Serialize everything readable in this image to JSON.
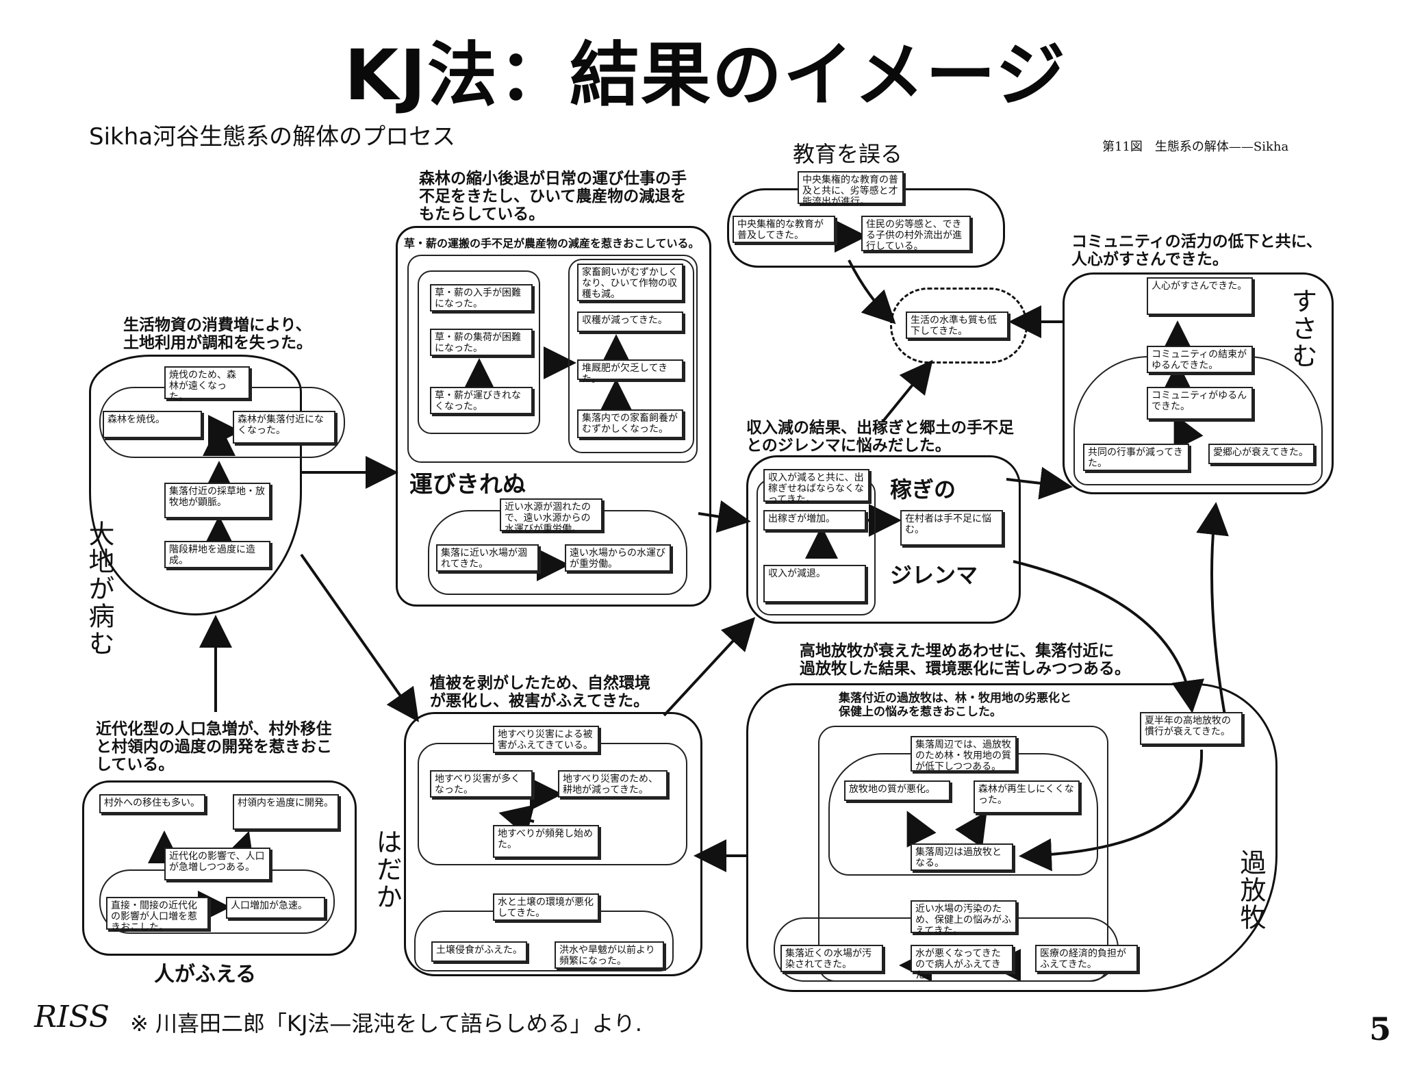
{
  "title": "KJ法：結果のイメージ",
  "subtitle": "Sikha河谷生態系の解体のプロセス",
  "figure_caption": "第11図　生態系の解体——Sikha",
  "footer_note": "※ 川喜田二郎「KJ法—混沌をして語らしめる」より.",
  "page_number": "5",
  "logo_text": "RISS",
  "groups": {
    "daichi": {
      "caption": "生活物資の消費増により、\n土地利用が調和を失った。",
      "label": "大地が病む",
      "cards": [
        "焼伐のため、森林が遠くなった。",
        "森林を焼伐。",
        "森林が集落付近になくなった。",
        "集落付近の採草地・放牧地が顕脈。",
        "階段耕地を過度に造成。"
      ]
    },
    "hitogafueru": {
      "caption": "近代化型の人口急増が、村外移住\nと村領内の過度の開発を惹きおこ\nしている。",
      "label": "人がふえる",
      "cards": [
        "村外への移住も多い。",
        "村領内を過度に開発。",
        "近代化の影響で、人口が急増しつつある。",
        "直接・間接の近代化の影響が人口増を惹きおこした。",
        "人口増加が急速。"
      ]
    },
    "hakobi": {
      "caption": "森林の縮小後退が日常の運び仕事の手\n不足をきたし、ひいて農産物の減退を\nもたらしている。",
      "header": "草・薪の運搬の手不足が農産物の減産を惹きおこしている。",
      "label": "運びきれぬ",
      "cards": [
        "草・薪の入手が困難になった。",
        "草・薪の集荷が困難になった。",
        "草・薪が運びきれなくなった。",
        "家畜飼いがむずかしくなり、ひいて作物の収穫も減。",
        "収穫が減ってきた。",
        "堆厩肥が欠乏してきた。",
        "集落内での家畜飼養がむずかしくなった。",
        "近い水源が涸れたので、遠い水源からの水運びが重労働。",
        "集落に近い水場が涸れてきた。",
        "遠い水場からの水運びが重労働。"
      ]
    },
    "hadaka": {
      "caption": "植被を剥がしたため、自然環境\nが悪化し、被害がふえてきた。",
      "label": "はだか",
      "cards": [
        "地すべり災害による被害がふえてきている。",
        "地すべり災害が多くなった。",
        "地すべり災害のため、耕地が減ってきた。",
        "地すべりが頻発し始めた。",
        "水と土壌の環境が悪化してきた。",
        "土壌侵食がふえた。",
        "洪水や旱魃が以前より頻繁になった。"
      ]
    },
    "kyoiku": {
      "caption": "教育を誤る",
      "cards": [
        "中央集権的な教育の普及と共に、劣等感と才能流出が進行。",
        "中央集権的な教育が普及してきた。",
        "住民の劣等感と、できる子供の村外流出が進行している。"
      ]
    },
    "center": {
      "card": "生活の水準も質も低下してきた。"
    },
    "kasegi": {
      "caption": "収入減の結果、出稼ぎと郷土の手不足\nとのジレンマに悩みだした。",
      "label_top": "稼ぎの",
      "label_bottom": "ジレンマ",
      "cards": [
        "収入が減ると共に、出稼ぎせねばならなくなってきた。",
        "出稼ぎが増加。",
        "在村者は手不足に悩む。",
        "収入が減退。"
      ]
    },
    "susamu": {
      "caption": "コミュニティの活力の低下と共に、\n人心がすさんできた。",
      "label": "すさむ",
      "cards": [
        "人心がすさんできた。",
        "コミュニティの結束がゆるんできた。",
        "コミュニティがゆるんできた。",
        "共同の行事が減ってきた。",
        "愛郷心が衰えてきた。"
      ]
    },
    "kahoboku": {
      "caption": "高地放牧が衰えた埋めあわせに、集落付近に\n過放牧した結果、環境悪化に苦しみつつある。",
      "sub": "集落付近の過放牧は、林・牧用地の劣悪化と\n保健上の悩みを惹きおこした。",
      "label": "過放牧",
      "cards": [
        "夏半年の高地放牧の慣行が衰えてきた。",
        "集落周辺では、過放牧のため林・牧用地の質が低下しつつある。",
        "放牧地の質が悪化。",
        "森林が再生しにくくなった。",
        "集落周辺は過放牧となる。",
        "近い水場の汚染のため、保健上の悩みがふえてきた。",
        "集落近くの水場が汚染されてきた。",
        "水が悪くなってきたので病人がふえてきた。",
        "医療の経済的負担がふえてきた。"
      ]
    }
  }
}
